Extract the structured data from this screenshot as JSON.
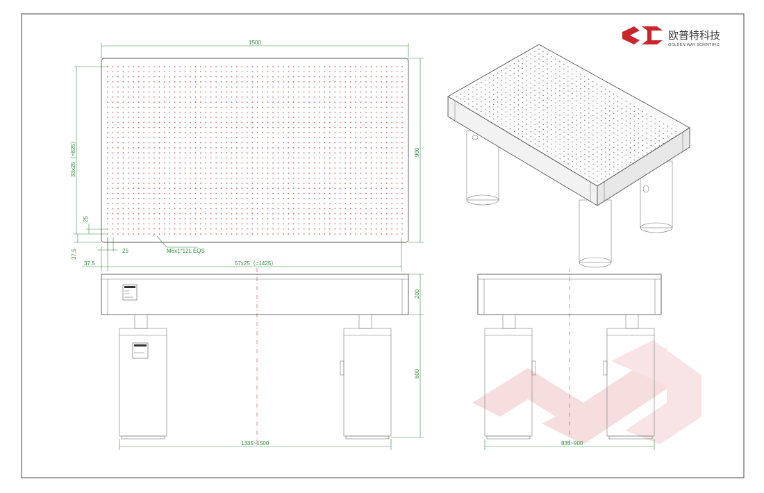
{
  "logo": {
    "name_cn": "欧普特科技",
    "name_en": "GOLDEN WAY SCIENTIFIC",
    "brand_color": "#c8262a"
  },
  "dimensions": {
    "top_length": "1500",
    "top_width": "900",
    "vertical_pitch": "33x25（=825）",
    "horizontal_pitch": "57x25（=1425）",
    "hole_spacing_v": "25",
    "hole_spacing_h": "25",
    "edge_offset_v": "37.5",
    "edge_offset_h": "37.5",
    "hole_spec": "M6x1*12L EQS",
    "table_thickness": "200",
    "leg_height": "600",
    "leg_span_front": "1335~1500",
    "leg_span_side": "835~900"
  },
  "colors": {
    "dimension": "#2e8b3a",
    "centerline": "#d23c3c",
    "hole": "#d65a5a",
    "outline": "#555555",
    "watermark": "#f3d3d3"
  }
}
